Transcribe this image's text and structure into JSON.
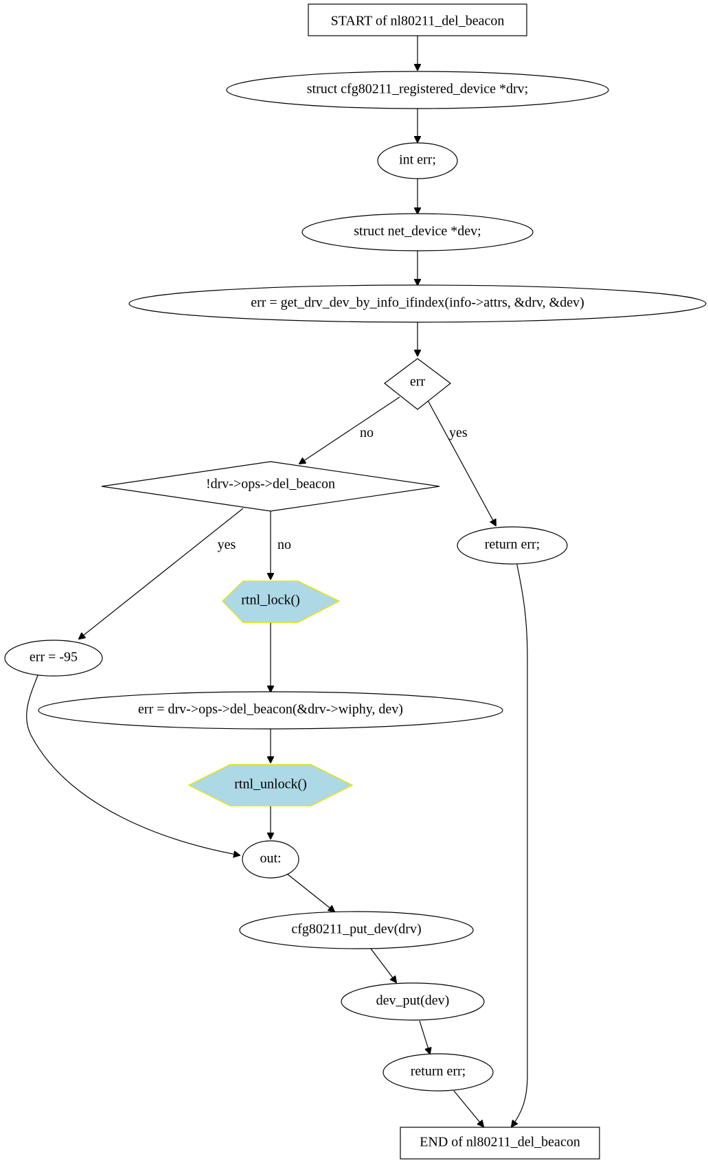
{
  "colors": {
    "line": "#000000",
    "node_fill": "#ffffff",
    "hexagon_fill": "#add8e6",
    "hexagon_stroke": "#e6e600"
  },
  "nodes": {
    "start": "START of nl80211_del_beacon",
    "decl_drv": "struct cfg80211_registered_device *drv;",
    "decl_err": "int err;",
    "decl_dev": "struct net_device *dev;",
    "get_dev": "err = get_drv_dev_by_info_ifindex(info->attrs, &drv, &dev)",
    "cond_err": "err",
    "cond_del_beacon": "!drv->ops->del_beacon",
    "return_err_early": "return err;",
    "rtnl_lock": "rtnl_lock()",
    "err_95": "err = -95",
    "call_del_beacon": "err = drv->ops->del_beacon(&drv->wiphy, dev)",
    "rtnl_unlock": "rtnl_unlock()",
    "out_label": "out:",
    "put_drv": "cfg80211_put_dev(drv)",
    "put_dev": "dev_put(dev)",
    "return_err": "return err;",
    "end": "END of nl80211_del_beacon"
  },
  "edge_labels": {
    "err_no": "no",
    "err_yes": "yes",
    "del_beacon_yes": "yes",
    "del_beacon_no": "no"
  }
}
